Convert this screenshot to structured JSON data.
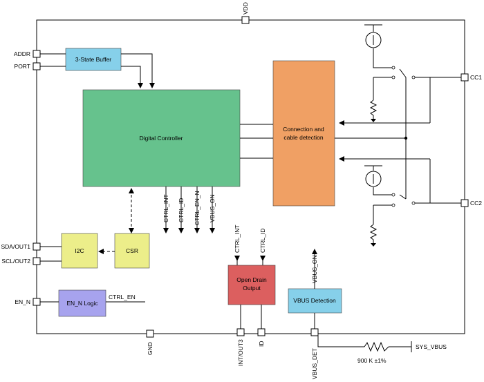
{
  "colors": {
    "digital_controller": "#66c28d",
    "connection_detection": "#f0a064",
    "three_state_buffer": "#86d0ea",
    "i2c": "#ecee8a",
    "csr": "#ecee8a",
    "en_n_logic": "#a7a3ee",
    "open_drain": "#dc5f5f",
    "vbus_detection": "#86d0ea"
  },
  "blocks": {
    "digital_controller": "Digital Controller",
    "connection_detection_line1": "Connection and",
    "connection_detection_line2": "cable detection",
    "three_state_buffer": "3-State Buffer",
    "i2c": "I2C",
    "csr": "CSR",
    "en_n_logic": "EN_N Logic",
    "open_drain_line1": "Open Drain",
    "open_drain_line2": "Output",
    "vbus_detection": "VBUS Detection"
  },
  "pins": {
    "vdd": "VDD",
    "addr": "ADDR",
    "port": "PORT",
    "sda_out1": "SDA/OUT1",
    "scl_out2": "SCL/OUT2",
    "en_n": "EN_N",
    "cc1": "CC1",
    "cc2": "CC2",
    "gnd": "GND",
    "int_out3": "INT/OUT3",
    "id": "ID",
    "vbus_det": "VBUS_DET",
    "sys_vbus": "SYS_VBUS"
  },
  "signals": {
    "ctrl_int": "CTRL_INT",
    "ctrl_id": "CTRL_ID",
    "ctrl_en_n": "CTRL_EN_N",
    "vbus_on": "VBUS_ON",
    "ctrl_en": "CTRL_EN"
  },
  "resistor_value": "900 K  ±1%"
}
